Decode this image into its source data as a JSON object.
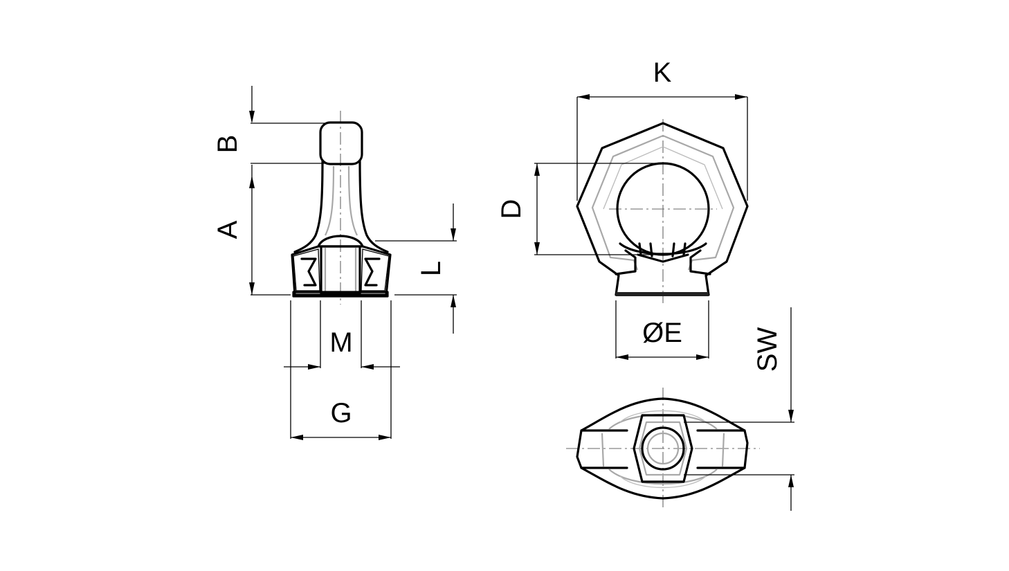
{
  "labels": {
    "B": "B",
    "A": "A",
    "L": "L",
    "M": "M",
    "G": "G",
    "K": "K",
    "D": "D",
    "E": "ØE",
    "SW": "SW"
  },
  "colors": {
    "line": "#000000",
    "hidden_edges": "#a8a8a8",
    "background": "#ffffff"
  }
}
